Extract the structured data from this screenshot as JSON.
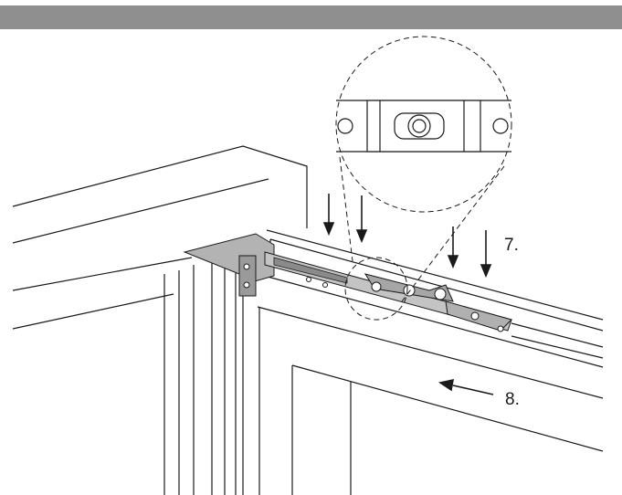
{
  "colors": {
    "header": "#8f8f8f",
    "line": "#1a1a1a",
    "hardware": "#9a9a9a",
    "hardware_dark": "#6e6e6e",
    "background": "#ffffff"
  },
  "steps": {
    "step7": "7.",
    "step8": "8."
  },
  "icons": {
    "down_arrows": "arrow-down-icon",
    "left_arrow": "arrow-left-icon",
    "magnifier": "detail-zoom-circle"
  }
}
